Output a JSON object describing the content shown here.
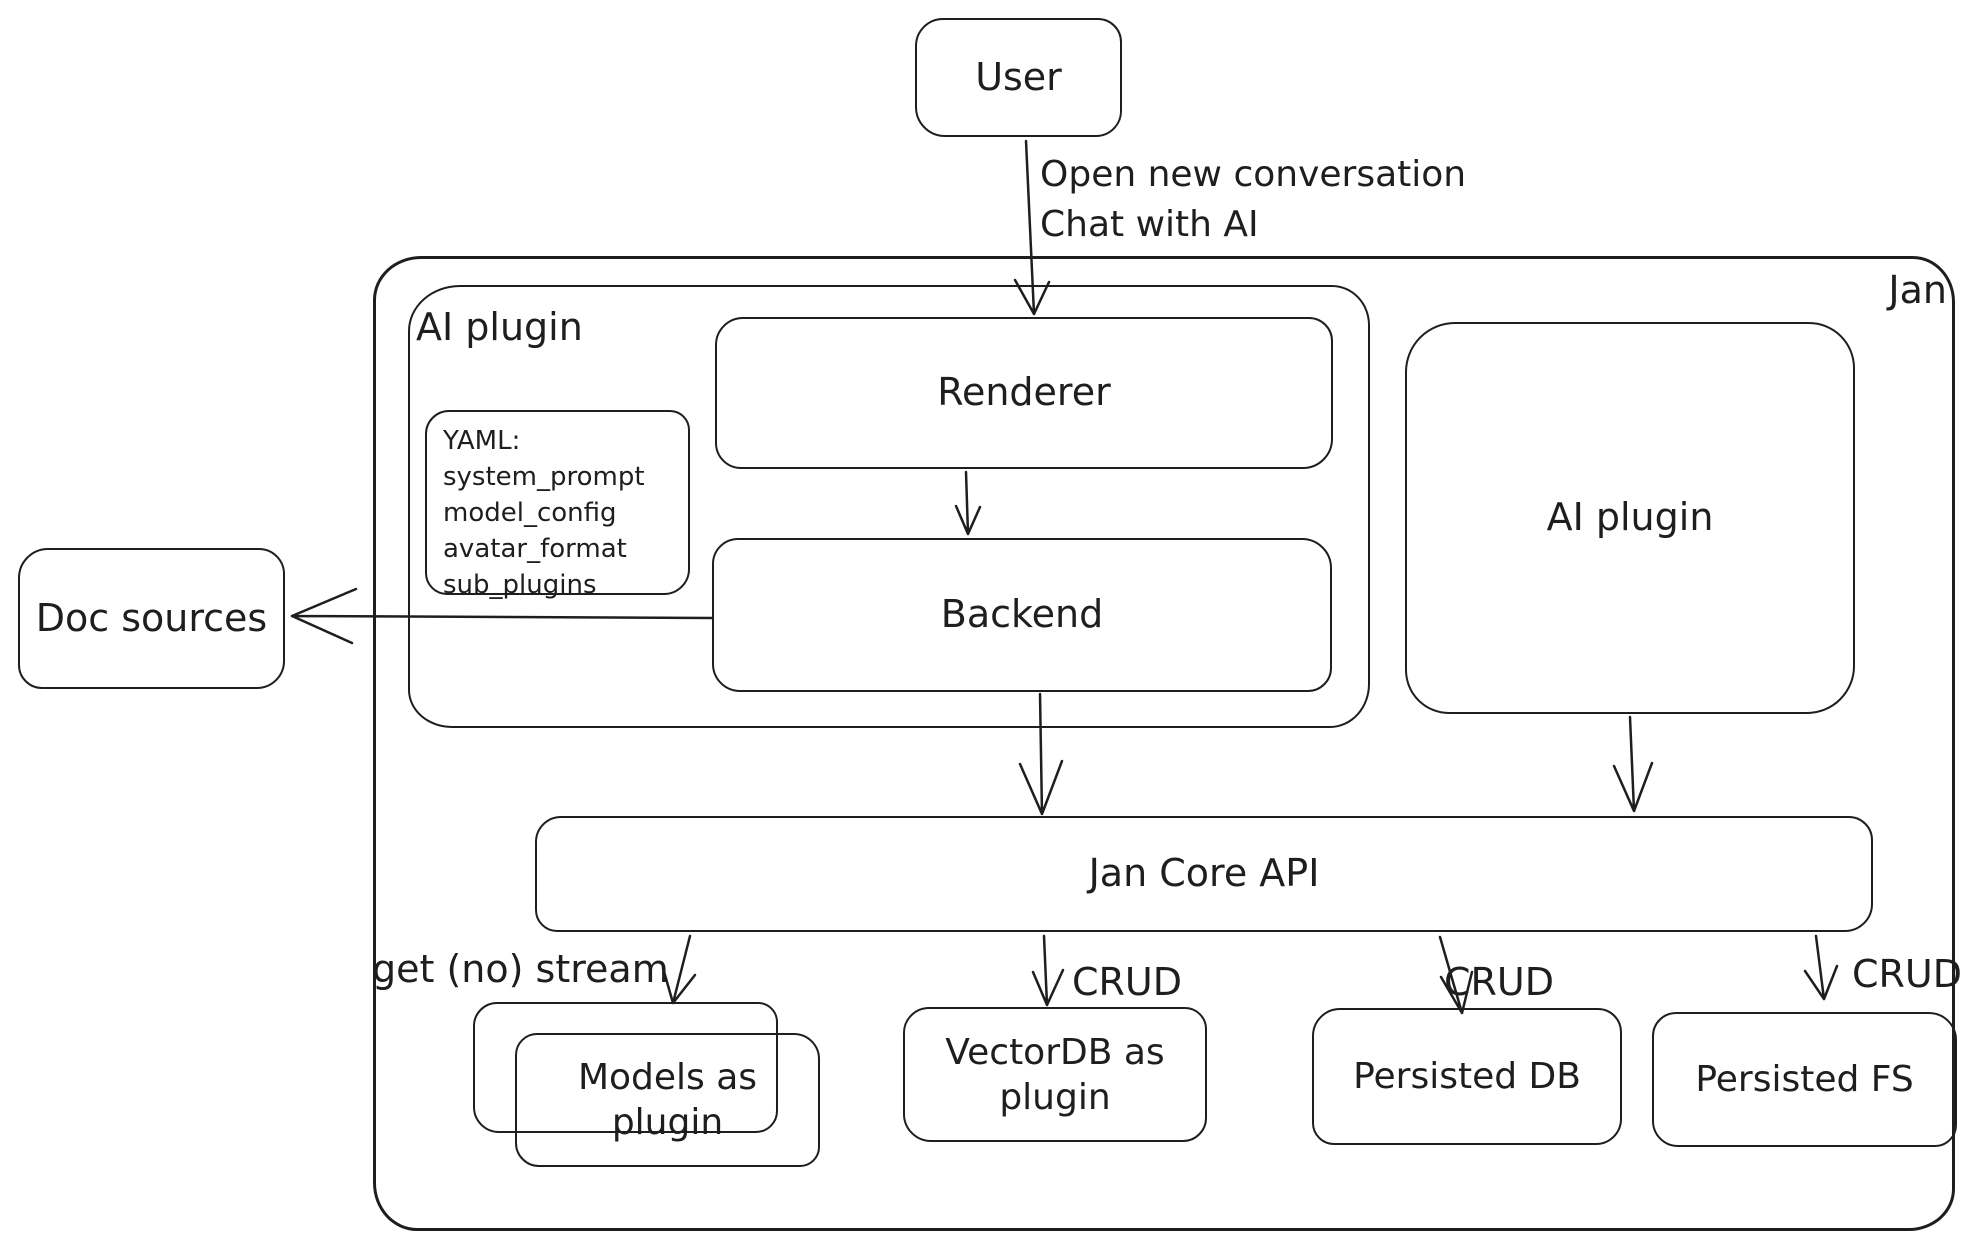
{
  "colors": {
    "stroke": "#1e1e1e",
    "background": "#ffffff"
  },
  "nodes": {
    "user": {
      "label": "User"
    },
    "jan_container": {
      "label": "Jan"
    },
    "ai_plugin_container": {
      "label": "AI plugin"
    },
    "renderer": {
      "label": "Renderer"
    },
    "backend": {
      "label": "Backend"
    },
    "yaml_note": {
      "text": "YAML:\nsystem_prompt\nmodel_config\navatar_format\nsub_plugins"
    },
    "ai_plugin_right": {
      "label": "AI plugin"
    },
    "doc_sources": {
      "label": "Doc sources"
    },
    "jan_core_api": {
      "label": "Jan Core API"
    },
    "models_as_plugin": {
      "label": "Models as plugin"
    },
    "vectordb_as_plugin": {
      "label": "VectorDB as plugin"
    },
    "persisted_db": {
      "label": "Persisted DB"
    },
    "persisted_fs": {
      "label": "Persisted FS"
    }
  },
  "edges": {
    "user_to_renderer": {
      "label": "Open new conversation\nChat with AI"
    },
    "api_to_models": {
      "label": "get (no) stream"
    },
    "api_to_vectordb": {
      "label": "CRUD"
    },
    "api_to_persisted_db": {
      "label": "CRUD"
    },
    "api_to_persisted_fs": {
      "label": "CRUD"
    }
  }
}
